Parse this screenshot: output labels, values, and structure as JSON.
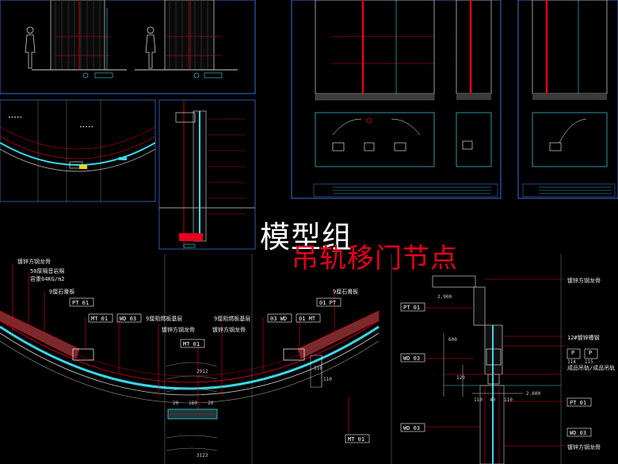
{
  "overlay": {
    "watermark": "模型组",
    "title": "吊轨移门节点"
  },
  "bottom_left_labels": {
    "note1": "镀锌方钢龙骨",
    "note2": "50厚隔音岩棉",
    "note3": "容重64KG/m2",
    "note4": "9厘石膏板",
    "pt_left": "PT 01",
    "mt_left": "MT 01",
    "wd_left": "WD 03",
    "note5": "9厘阻燃板基层",
    "note6": "镀锌方钢龙骨",
    "mt_center": "MT 01",
    "dim_top": "2912",
    "dim_bottom": "3123",
    "dim_a": "20",
    "dim_b": "160",
    "dim_c": "20",
    "note7": "镀锌方钢龙骨",
    "note8": "9厘阻燃板基层",
    "wd_right": "03 WD",
    "mt_right": "01 MT",
    "note9": "9厘石膏板",
    "pt_right": "01 PT",
    "dim_110a": "110",
    "dim_110b": "110",
    "mt_bottom": "MT 01"
  },
  "bottom_right_labels": {
    "note1": "镀锌方钢龙骨",
    "elev1": "2.900",
    "pt": "PT 01",
    "wd1": "WD 03",
    "dim_600": "600",
    "note2": "12#镀锌槽钢",
    "p_left": "P",
    "p_left_num": "114",
    "p_right": "P",
    "p_right_num": "115",
    "note3": "成品吊轨/成品吊轨",
    "dim_120": "120",
    "elev2": "2.600",
    "dim_110a": "110",
    "dim_40": "40",
    "dim_110b": "110",
    "pt_bottom": "PT 01",
    "wd2": "WD 03",
    "wd3": "WD 03",
    "note4": "镀锌方钢龙骨"
  }
}
